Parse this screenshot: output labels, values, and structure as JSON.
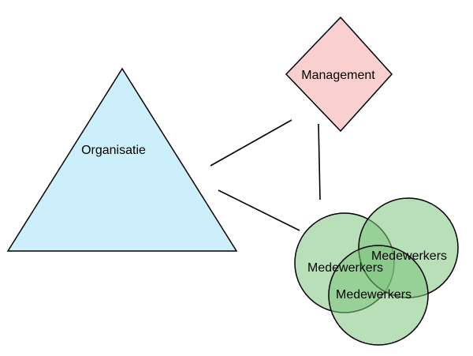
{
  "nodes": {
    "organisation": {
      "label": "Organisatie",
      "fill": "#cdeefb",
      "stroke": "#000000"
    },
    "management": {
      "label": "Management",
      "fill": "#f9cfcf",
      "stroke": "#000000"
    },
    "employees": [
      {
        "label": "Medewerkers",
        "fill": "#7ec47e",
        "fill_opacity": 0.55
      },
      {
        "label": "Medewerkers",
        "fill": "#7ec47e",
        "fill_opacity": 0.55
      },
      {
        "label": "Medewerkers",
        "fill": "#7ec47e",
        "fill_opacity": 0.55
      }
    ]
  },
  "connections": [
    {
      "from": "organisation",
      "to": "management"
    },
    {
      "from": "organisation",
      "to": "employees"
    },
    {
      "from": "management",
      "to": "employees"
    }
  ]
}
